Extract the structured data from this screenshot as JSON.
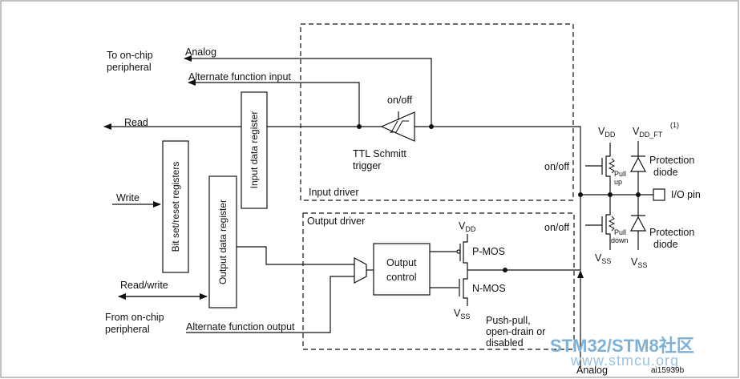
{
  "labels": {
    "to_onchip_line1": "To on-chip",
    "to_onchip_line2": "peripheral",
    "analog_top": "Analog",
    "alt_func_input": "Alternate function input",
    "onoff_trigger": "on/off",
    "read": "Read",
    "ttl_line1": "TTL Schmitt",
    "ttl_line2": "trigger",
    "input_data_register": "Input data register",
    "bit_set_reset": "Bit set/reset registers",
    "output_data_register": "Output data register",
    "write": "Write",
    "input_driver": "Input driver",
    "output_driver": "Output driver",
    "read_write": "Read/write",
    "from_onchip_line1": "From on-chip",
    "from_onchip_line2": "peripheral",
    "alt_func_output": "Alternate function output",
    "output_control_line1": "Output",
    "output_control_line2": "control",
    "pmos": "P-MOS",
    "nmos": "N-MOS",
    "vdd_v": "V",
    "vdd_sub": "DD",
    "vss_v": "V",
    "vss_sub": "SS",
    "vdd_ft_sub": "DD_FT",
    "footnote_ref": "(1)",
    "push_pull_line1": "Push-pull,",
    "push_pull_line2": "open-drain or",
    "push_pull_line3": "disabled",
    "analog_bottom": "Analog",
    "onoff_upper": "on/off",
    "onoff_lower": "on/off",
    "pull_up_line1": "Pull",
    "pull_up_line2": "up",
    "pull_down_line1": "Pull",
    "pull_down_line2": "down",
    "protection_line1": "Protection",
    "protection_line2": "diode",
    "io_pin": "I/O pin",
    "figure_id": "ai15939b"
  },
  "watermark": {
    "brand": "STM32/STM8社区",
    "url": "www.stmcu.org",
    "color": "#7fb0d6"
  },
  "colors": {
    "line": "#111111"
  }
}
